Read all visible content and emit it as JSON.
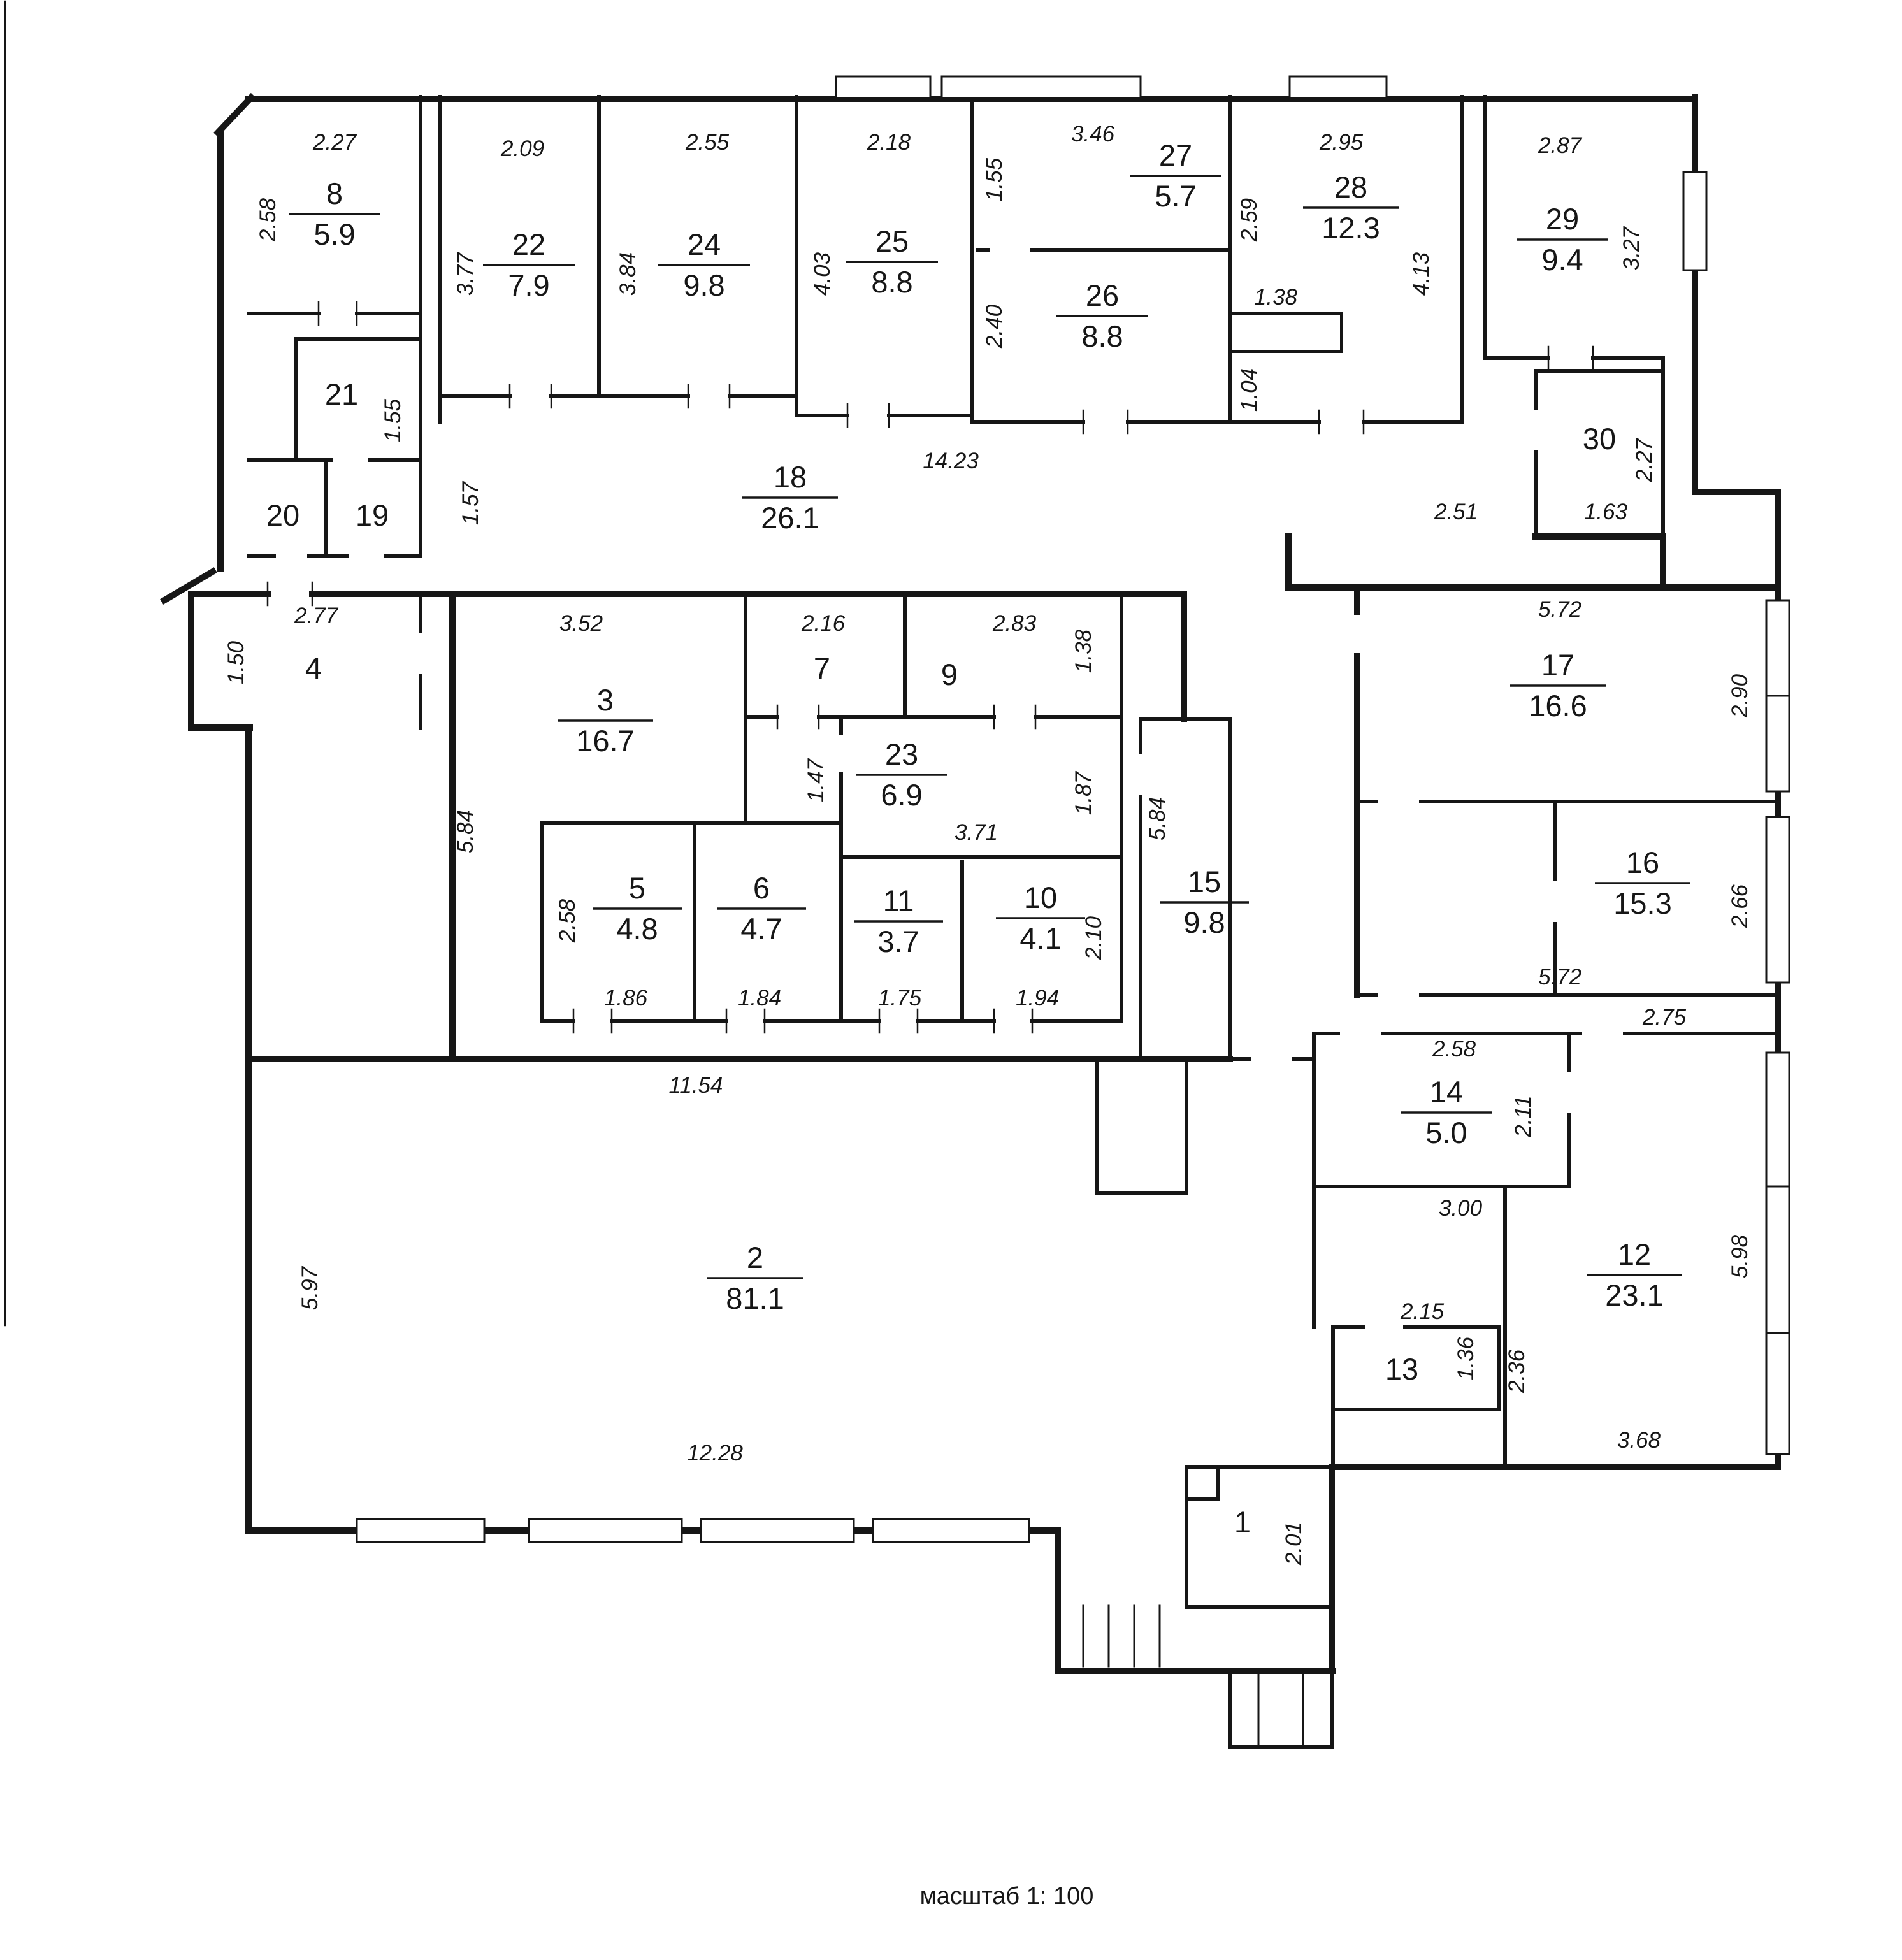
{
  "rooms": {
    "r1": {
      "number": "1"
    },
    "r2": {
      "number": "2",
      "area": "81.1"
    },
    "r3": {
      "number": "3",
      "area": "16.7"
    },
    "r4": {
      "number": "4"
    },
    "r5": {
      "number": "5",
      "area": "4.8"
    },
    "r6": {
      "number": "6",
      "area": "4.7"
    },
    "r7": {
      "number": "7"
    },
    "r8": {
      "number": "8",
      "area": "5.9"
    },
    "r9": {
      "number": "9"
    },
    "r10": {
      "number": "10",
      "area": "4.1"
    },
    "r11": {
      "number": "11",
      "area": "3.7"
    },
    "r12": {
      "number": "12",
      "area": "23.1"
    },
    "r13": {
      "number": "13"
    },
    "r14": {
      "number": "14",
      "area": "5.0"
    },
    "r15": {
      "number": "15",
      "area": "9.8"
    },
    "r16": {
      "number": "16",
      "area": "15.3"
    },
    "r17": {
      "number": "17",
      "area": "16.6"
    },
    "r18": {
      "number": "18",
      "area": "26.1"
    },
    "r19": {
      "number": "19"
    },
    "r20": {
      "number": "20"
    },
    "r21": {
      "number": "21"
    },
    "r22": {
      "number": "22",
      "area": "7.9"
    },
    "r23": {
      "number": "23",
      "area": "6.9"
    },
    "r24": {
      "number": "24",
      "area": "9.8"
    },
    "r25": {
      "number": "25",
      "area": "8.8"
    },
    "r26": {
      "number": "26",
      "area": "8.8"
    },
    "r27": {
      "number": "27",
      "area": "5.7"
    },
    "r28": {
      "number": "28",
      "area": "12.3"
    },
    "r29": {
      "number": "29",
      "area": "9.4"
    },
    "r30": {
      "number": "30"
    }
  },
  "dims": {
    "d8w": "2.27",
    "d8h": "2.58",
    "d22w": "2.09",
    "d22h": "3.77",
    "d24w": "2.55",
    "d24h": "3.84",
    "d25w": "2.18",
    "d25h": "4.03",
    "d27w": "3.46",
    "d27h": "1.55",
    "d26h": "2.40",
    "d28w": "2.95",
    "d28h": "2.59",
    "d28a": "1.38",
    "d28b": "1.04",
    "d28r": "4.13",
    "d29w": "2.87",
    "d29h": "3.27",
    "d21h": "1.55",
    "d19h": "1.57",
    "d18w": "14.23",
    "d30l": "2.51",
    "d30b": "1.63",
    "d30h": "2.27",
    "d4w": "2.77",
    "d4h": "1.50",
    "d3w": "3.52",
    "d3h": "5.84",
    "d7w": "2.16",
    "d9w": "2.83",
    "d9h": "1.38",
    "d23l": "1.47",
    "d23r": "1.87",
    "d23b": "3.71",
    "d5h": "2.58",
    "d5b": "1.86",
    "d6b": "1.84",
    "d11b": "1.75",
    "d10b": "1.94",
    "d10h": "2.10",
    "d15h": "5.84",
    "d17w": "5.72",
    "d17h": "2.90",
    "d16h": "2.66",
    "d16b": "5.72",
    "d16c": "2.75",
    "d14w": "2.58",
    "d14h": "2.11",
    "d14b": "3.00",
    "d12h": "5.98",
    "d12b": "3.68",
    "d13w": "2.15",
    "d13h": "1.36",
    "d13r": "2.36",
    "d2h": "5.97",
    "d2t": "11.54",
    "d2b": "12.28",
    "d1h": "2.01"
  },
  "footer": {
    "scale_label": "масштаб 1: 100"
  }
}
